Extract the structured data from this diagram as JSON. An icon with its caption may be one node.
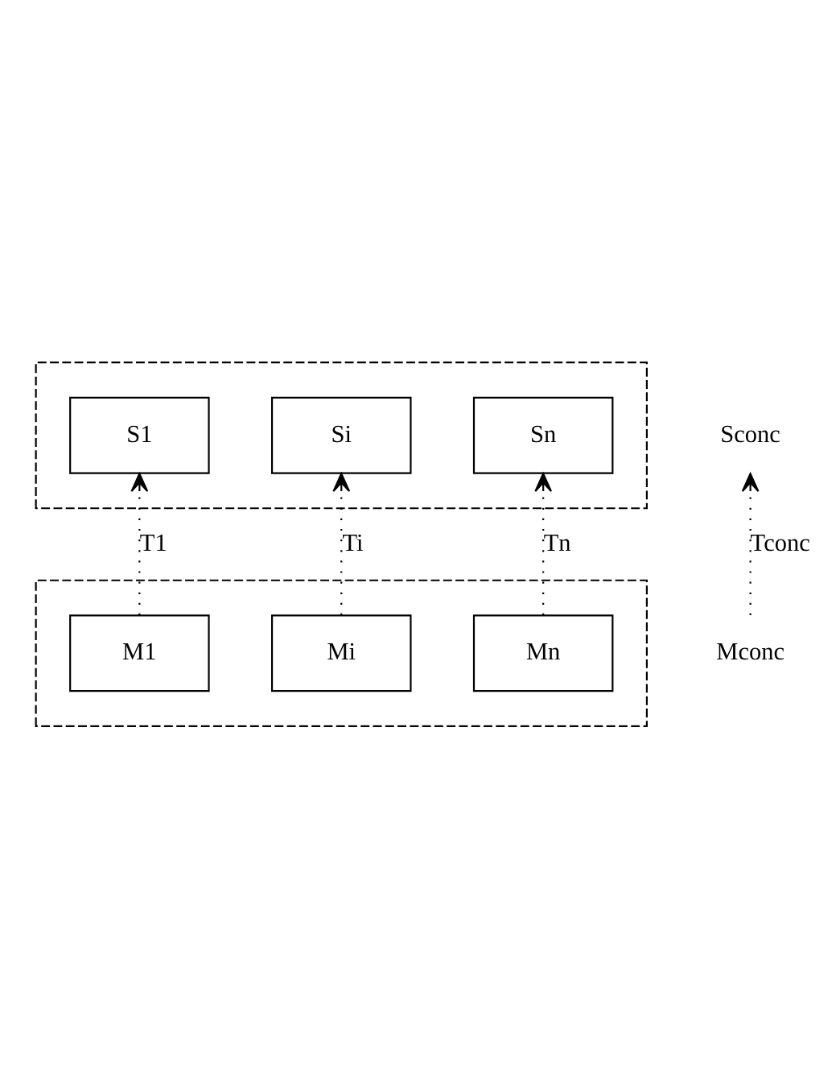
{
  "diagram": {
    "nodes": [
      {
        "text": [],
        "shape": "box"
      },
      {
        "text": [
          "S1"
        ],
        "in": 0
      },
      {
        "text": [
          "Si"
        ],
        "in": 0
      },
      {
        "text": [
          "Sn"
        ],
        "in": 0
      },
      {
        "text": [],
        "shape": "box"
      },
      {
        "text": [
          "M1"
        ],
        "in": 4
      },
      {
        "text": [
          "Mi"
        ],
        "in": 4
      },
      {
        "text": [
          "Mn"
        ],
        "in": 4
      },
      {
        "text": [
          "Sconc"
        ]
      },
      {
        "text": [
          "Mconc"
        ]
      }
    ],
    "edges": [
      {
        "from": 5,
        "to": 1,
        "arrow": "to",
        "label": "T1",
        "style": "dashed"
      },
      {
        "from": 7,
        "to": 3,
        "arrow": "to",
        "label": "Tn",
        "style": "dashed"
      },
      {
        "from": 6,
        "to": 2,
        "arrow": "to",
        "label": "Ti",
        "style": "dashed"
      },
      {
        "from": 9,
        "to": 8,
        "arrow": "to",
        "label": "Tconc",
        "style": "dashed"
      }
    ]
  }
}
